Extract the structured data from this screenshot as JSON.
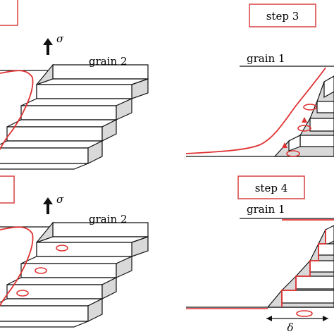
{
  "panels": {
    "top_left": {
      "grain_label": "grain 2",
      "stress_symbol": "σ"
    },
    "bottom_left": {
      "grain_label": "grain 2",
      "stress_symbol": "σ"
    },
    "top_right": {
      "step_label": "step 3",
      "grain_label": "grain 1"
    },
    "bottom_right": {
      "step_label": "step 4",
      "grain_label": "grain 1",
      "slip_symbol": "δ"
    }
  },
  "colors": {
    "outline": "#111111",
    "highlight": "#e03030",
    "step_box_border": "#d94040",
    "face_shade": "#d9d9d9"
  }
}
